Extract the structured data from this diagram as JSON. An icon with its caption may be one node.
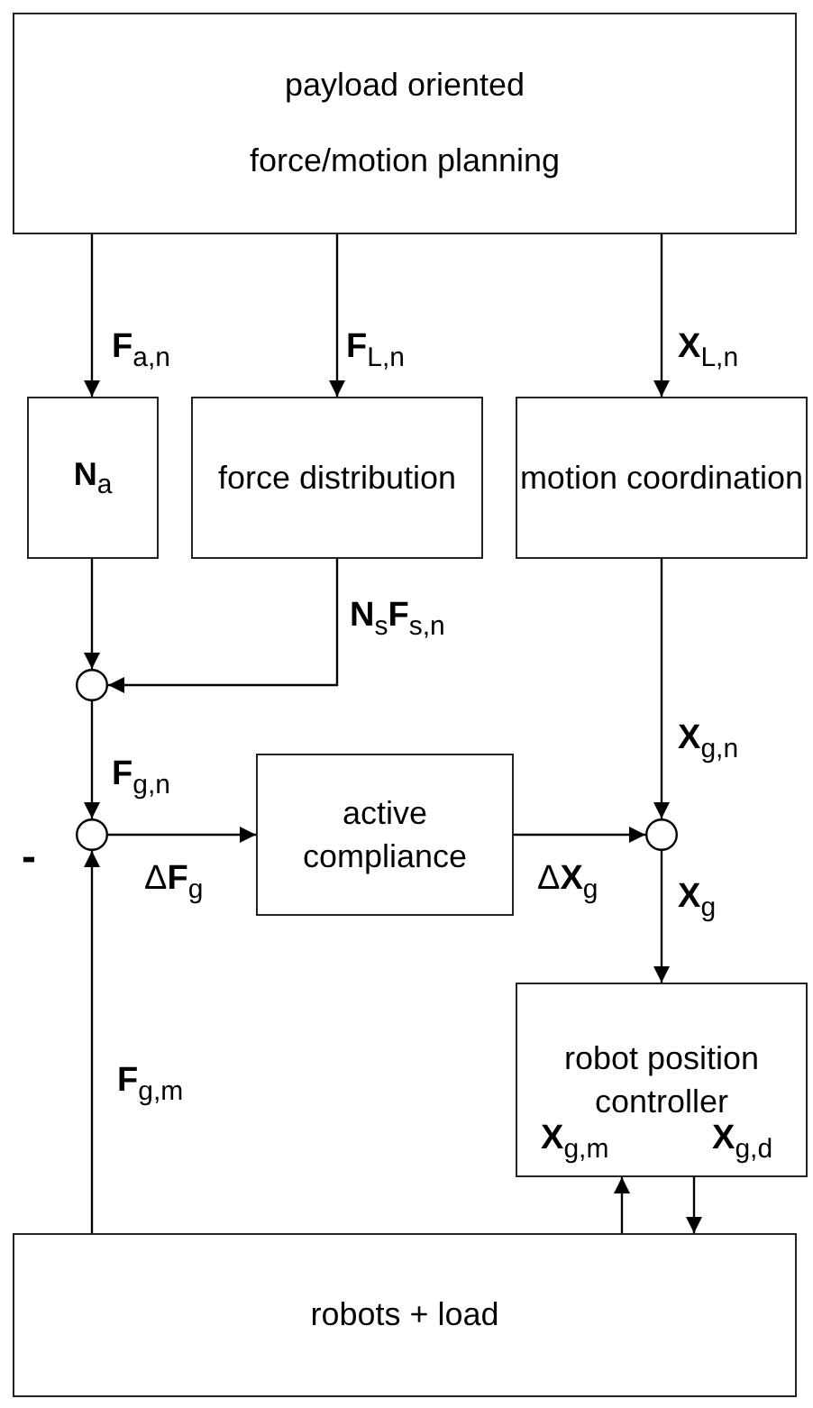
{
  "diagram": {
    "nodes": [
      {
        "text": [
          "payload oriented force/motion planning"
        ]
      },
      {
        "text": [
          "**N**$_{a}$"
        ]
      },
      {
        "text": [
          "force distribution"
        ]
      },
      {
        "text": [
          "motion coordination"
        ]
      },
      {
        "text": [],
        "shape": "circle"
      },
      {
        "text": [],
        "shape": "circle"
      },
      {
        "text": [
          "active compliance"
        ]
      },
      {
        "text": [],
        "shape": "circle"
      },
      {
        "text": [
          "robot position controller"
        ]
      },
      {
        "text": [
          "robots + load"
        ]
      }
    ],
    "edges": [
      {
        "from": 0,
        "to": 1,
        "arrow": "to",
        "label": "**F**$_{a,n}$"
      },
      {
        "from": 0,
        "to": 2,
        "arrow": "to",
        "label": "**F**$_{L,n}$"
      },
      {
        "from": 0,
        "to": 3,
        "arrow": "to",
        "label": "**X**$_{L,n}$"
      },
      {
        "from": 1,
        "to": 4,
        "arrow": "to"
      },
      {
        "from": 2,
        "to": 4,
        "arrow": "to",
        "label": "**N**$_{s}$**F**$_{s,n}$"
      },
      {
        "from": 4,
        "to": 5,
        "arrow": "to",
        "label": "**F**$_{g,n}$"
      },
      {
        "from": 5,
        "to": 6,
        "arrow": "to",
        "label": "Δ**F**$_{g}$"
      },
      {
        "from": 6,
        "to": 7,
        "arrow": "to",
        "label": "Δ**X**$_{g}$"
      },
      {
        "from": 3,
        "to": 7,
        "arrow": "to",
        "label": "**X**$_{g,n}$"
      },
      {
        "from": 7,
        "to": 8,
        "arrow": "to",
        "label": "**X**$_{g}$"
      },
      {
        "from": 8,
        "to": 9,
        "arrow": "to",
        "label": "**X**$_{g,d}$"
      },
      {
        "from": 9,
        "to": 8,
        "arrow": "to",
        "label": "**X**$_{g,m}$"
      },
      {
        "from": 9,
        "to": 5,
        "arrow": "to",
        "label": "**F**$_{g,m}$"
      }
    ],
    "labels": [
      "-"
    ]
  }
}
